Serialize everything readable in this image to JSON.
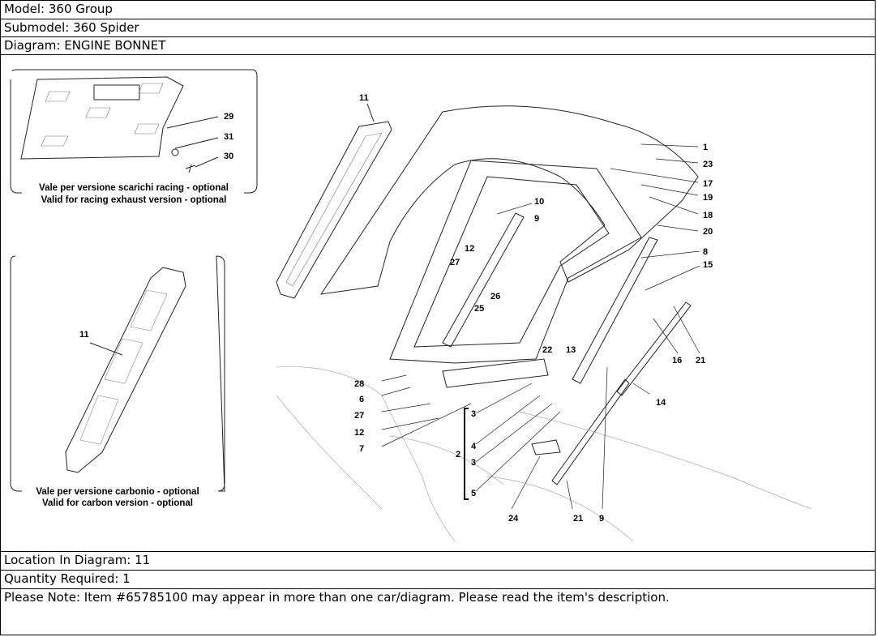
{
  "header": {
    "model": "Model: 360 Group",
    "submodel": "Submodel: 360 Spider",
    "diagram": "Diagram: ENGINE BONNET"
  },
  "insets": {
    "racing": {
      "caption_it": "Vale per versione scarichi racing - optional",
      "caption_en": "Valid for racing exhaust version - optional"
    },
    "carbon": {
      "caption_it": "Vale per versione carbonio - optional",
      "caption_en": "Valid for carbon version - optional"
    }
  },
  "callouts": {
    "c1": "1",
    "c2": "2",
    "c3a": "3",
    "c3b": "3",
    "c4": "4",
    "c5": "5",
    "c6": "6",
    "c7": "7",
    "c8": "8",
    "c9a": "9",
    "c9b": "9",
    "c10": "10",
    "c11a": "11",
    "c11b": "11",
    "c12a": "12",
    "c12b": "12",
    "c13": "13",
    "c14": "14",
    "c15": "15",
    "c16": "16",
    "c17": "17",
    "c18": "18",
    "c19": "19",
    "c20": "20",
    "c21a": "21",
    "c21b": "21",
    "c22": "22",
    "c23": "23",
    "c24": "24",
    "c25": "25",
    "c26": "26",
    "c27a": "27",
    "c27b": "27",
    "c28": "28",
    "c29": "29",
    "c30": "30",
    "c31": "31"
  },
  "footer": {
    "location": "Location In Diagram: 11",
    "quantity": "Quantity Required: 1",
    "note": "Please Note: Item #65785100 may appear in more than one car/diagram. Please read the item's description."
  }
}
